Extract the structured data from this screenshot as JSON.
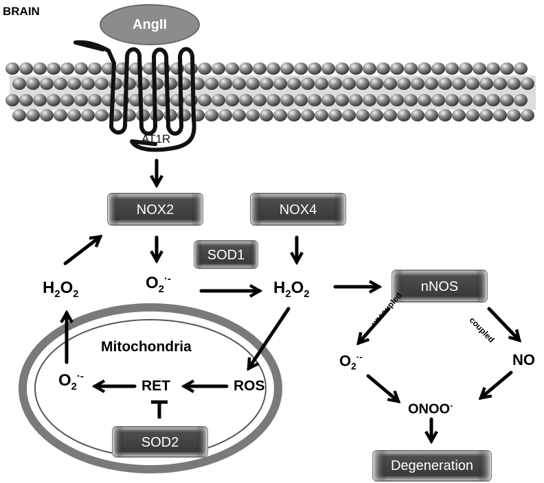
{
  "region_label": "BRAIN",
  "ligand": "AngII",
  "receptor": "AT1R",
  "boxes": {
    "nox2": "NOX2",
    "nox4": "NOX4",
    "sod1": "SOD1",
    "nnos": "nNOS",
    "sod2": "SOD2",
    "degeneration": "Degeneration"
  },
  "organelle": "Mitochondria",
  "species": {
    "h2o2_left": {
      "base": "H",
      "sub1": "2",
      "mid": "O",
      "sub2": "2"
    },
    "o2_mid": {
      "base": "O",
      "sub": "2",
      "sup": "·-"
    },
    "h2o2_center": {
      "base": "H",
      "sub1": "2",
      "mid": "O",
      "sub2": "2"
    },
    "o2_mito": {
      "base": "O",
      "sub": "2",
      "sup": "·-"
    },
    "ret": "RET",
    "ros": "ROS",
    "o2_right": {
      "base": "O",
      "sub": "2",
      "sup": "·-"
    },
    "no": "NO",
    "onoo": {
      "base": "ONOO",
      "sup": "-"
    }
  },
  "edge_labels": {
    "uncoupled": "uncoupled",
    "coupled": "coupled"
  }
}
